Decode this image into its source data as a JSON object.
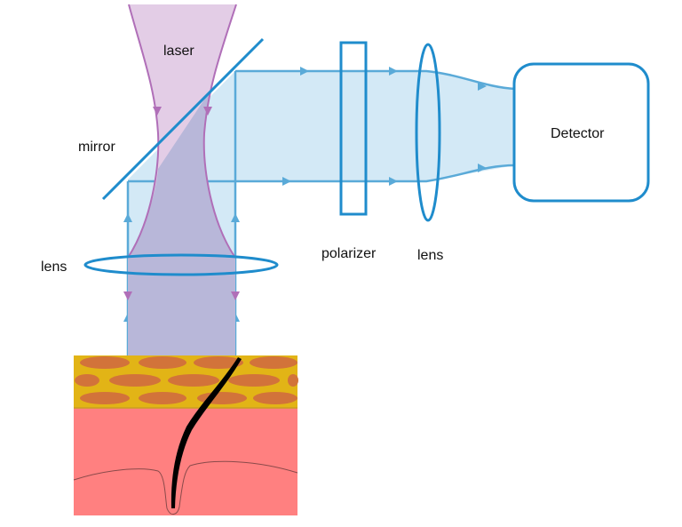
{
  "diagram": {
    "title": "Laser reflectance measurement setup",
    "labels": {
      "laser": "laser",
      "mirror": "mirror",
      "lens_left": "lens",
      "polarizer": "polarizer",
      "lens_right": "lens",
      "detector": "Detector"
    },
    "colors": {
      "beam_fill": "#d3e9f6",
      "beam_stroke": "#5aaad8",
      "optics_stroke": "#1f8ccc",
      "laser_fill": "#e3cde6",
      "laser_stroke": "#b06fb8",
      "overlap_fill": "#b8b7d9",
      "skin_dermis": "#ff8080",
      "skin_epidermis": "#e2b416",
      "skin_cells": "#d2733a",
      "hair": "#000000"
    }
  }
}
